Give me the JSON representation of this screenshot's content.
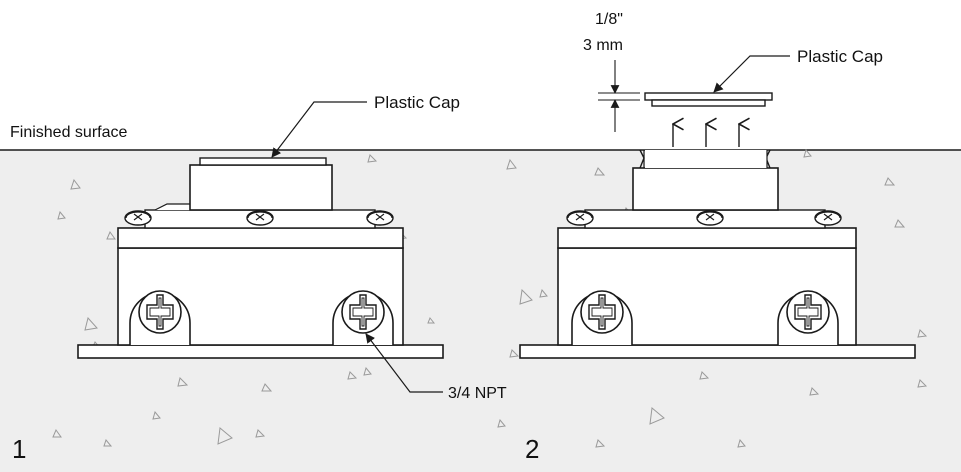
{
  "labels": {
    "finished_surface": "Finished surface",
    "plastic_cap_left": "Plastic Cap",
    "plastic_cap_right": "Plastic Cap",
    "gap_in": "1/8\"",
    "gap_mm": "3 mm",
    "thread": "3/4 NPT",
    "step_1": "1",
    "step_2": "2"
  },
  "colors": {
    "concrete": "#eeeeee",
    "line": "#1a1a1a",
    "box_fill": "#ffffff"
  }
}
